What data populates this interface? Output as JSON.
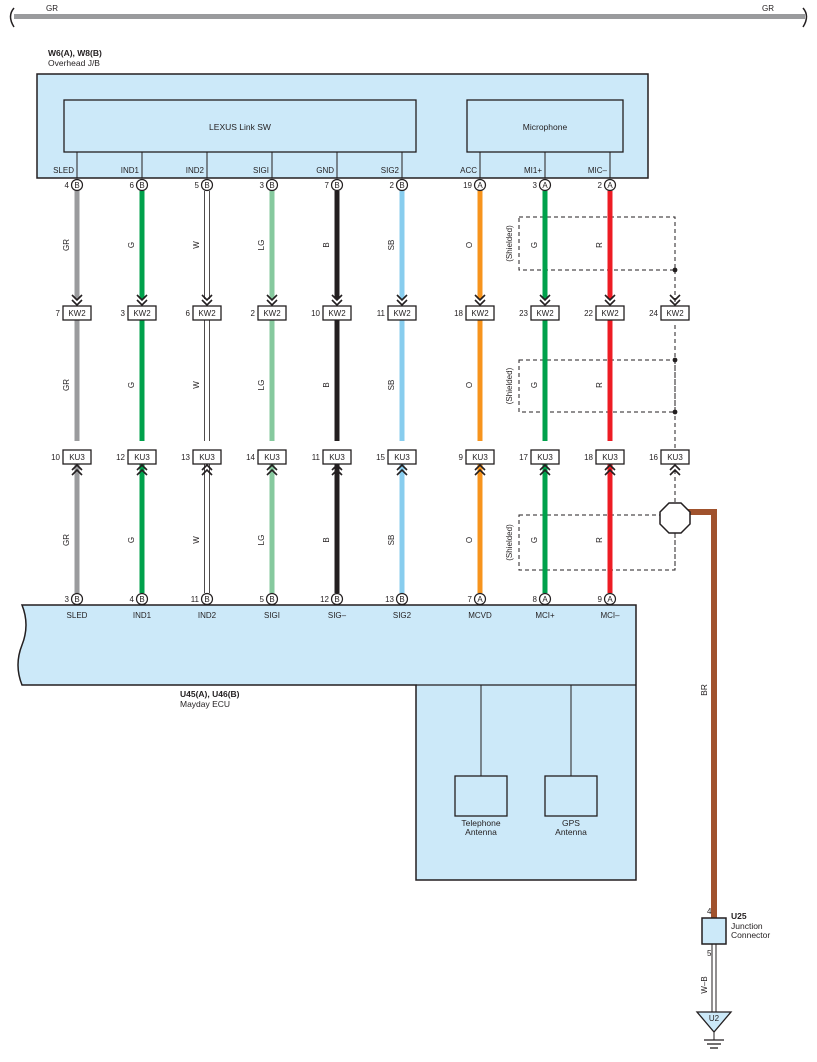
{
  "colors": {
    "box_fill": "#cce9f9",
    "line": "#231f20",
    "GR": "#9a9b9d",
    "G": "#00a14b",
    "W": "#ffffff",
    "LG": "#86c99e",
    "B": "#231f20",
    "SB": "#88cdee",
    "O": "#f7941d",
    "R": "#ed1c24",
    "BR": "#a0522d"
  },
  "top_bus": {
    "left_label": "GR",
    "right_label": "GR"
  },
  "overhead_jb": {
    "title": "W6(A), W8(B)",
    "subtitle": "Overhead J/B",
    "link_sw_label": "LEXUS Link SW",
    "microphone_label": "Microphone",
    "terminals": [
      "SLED",
      "IND1",
      "IND2",
      "SIGI",
      "GND",
      "SIG2",
      "ACC",
      "MI1+",
      "MIC–"
    ]
  },
  "wires": [
    {
      "color": "GR",
      "top_pin": "4",
      "top_conn": "B",
      "kw2": "7",
      "ku3": "10",
      "bot_pin": "3",
      "bot_conn": "B",
      "ecu_terminal": "SLED"
    },
    {
      "color": "G",
      "top_pin": "6",
      "top_conn": "B",
      "kw2": "3",
      "ku3": "12",
      "bot_pin": "4",
      "bot_conn": "B",
      "ecu_terminal": "IND1"
    },
    {
      "color": "W",
      "top_pin": "5",
      "top_conn": "B",
      "kw2": "6",
      "ku3": "13",
      "bot_pin": "11",
      "bot_conn": "B",
      "ecu_terminal": "IND2"
    },
    {
      "color": "LG",
      "top_pin": "3",
      "top_conn": "B",
      "kw2": "2",
      "ku3": "14",
      "bot_pin": "5",
      "bot_conn": "B",
      "ecu_terminal": "SIGI"
    },
    {
      "color": "B",
      "top_pin": "7",
      "top_conn": "B",
      "kw2": "10",
      "ku3": "11",
      "bot_pin": "12",
      "bot_conn": "B",
      "ecu_terminal": "SIG–"
    },
    {
      "color": "SB",
      "top_pin": "2",
      "top_conn": "B",
      "kw2": "11",
      "ku3": "15",
      "bot_pin": "13",
      "bot_conn": "B",
      "ecu_terminal": "SIG2"
    },
    {
      "color": "O",
      "top_pin": "19",
      "top_conn": "A",
      "kw2": "18",
      "ku3": "9",
      "bot_pin": "7",
      "bot_conn": "A",
      "ecu_terminal": "MCVD"
    },
    {
      "color": "G",
      "top_pin": "3",
      "top_conn": "A",
      "kw2": "23",
      "ku3": "17",
      "bot_pin": "8",
      "bot_conn": "A",
      "ecu_terminal": "MCI+"
    },
    {
      "color": "R",
      "top_pin": "2",
      "top_conn": "A",
      "kw2": "22",
      "ku3": "18",
      "bot_pin": "9",
      "bot_conn": "A",
      "ecu_terminal": "MCI–"
    }
  ],
  "shield_wire": {
    "kw2": "24",
    "ku3": "16"
  },
  "connector_names": {
    "kw2": "KW2",
    "ku3": "KU3"
  },
  "shielded_label": "(Shielded)",
  "ecu": {
    "title": "U45(A), U46(B)",
    "subtitle": "Mayday ECU",
    "telephone_antenna": "Telephone\nAntenna",
    "gps_antenna": "GPS\nAntenna"
  },
  "ground_wire": {
    "color_label": "BR",
    "lower_color_label": "W–B"
  },
  "junction": {
    "id": "U25",
    "name": "Junction\nConnector",
    "pin_top": "4",
    "pin_bottom": "5"
  },
  "ground_point": "U2"
}
